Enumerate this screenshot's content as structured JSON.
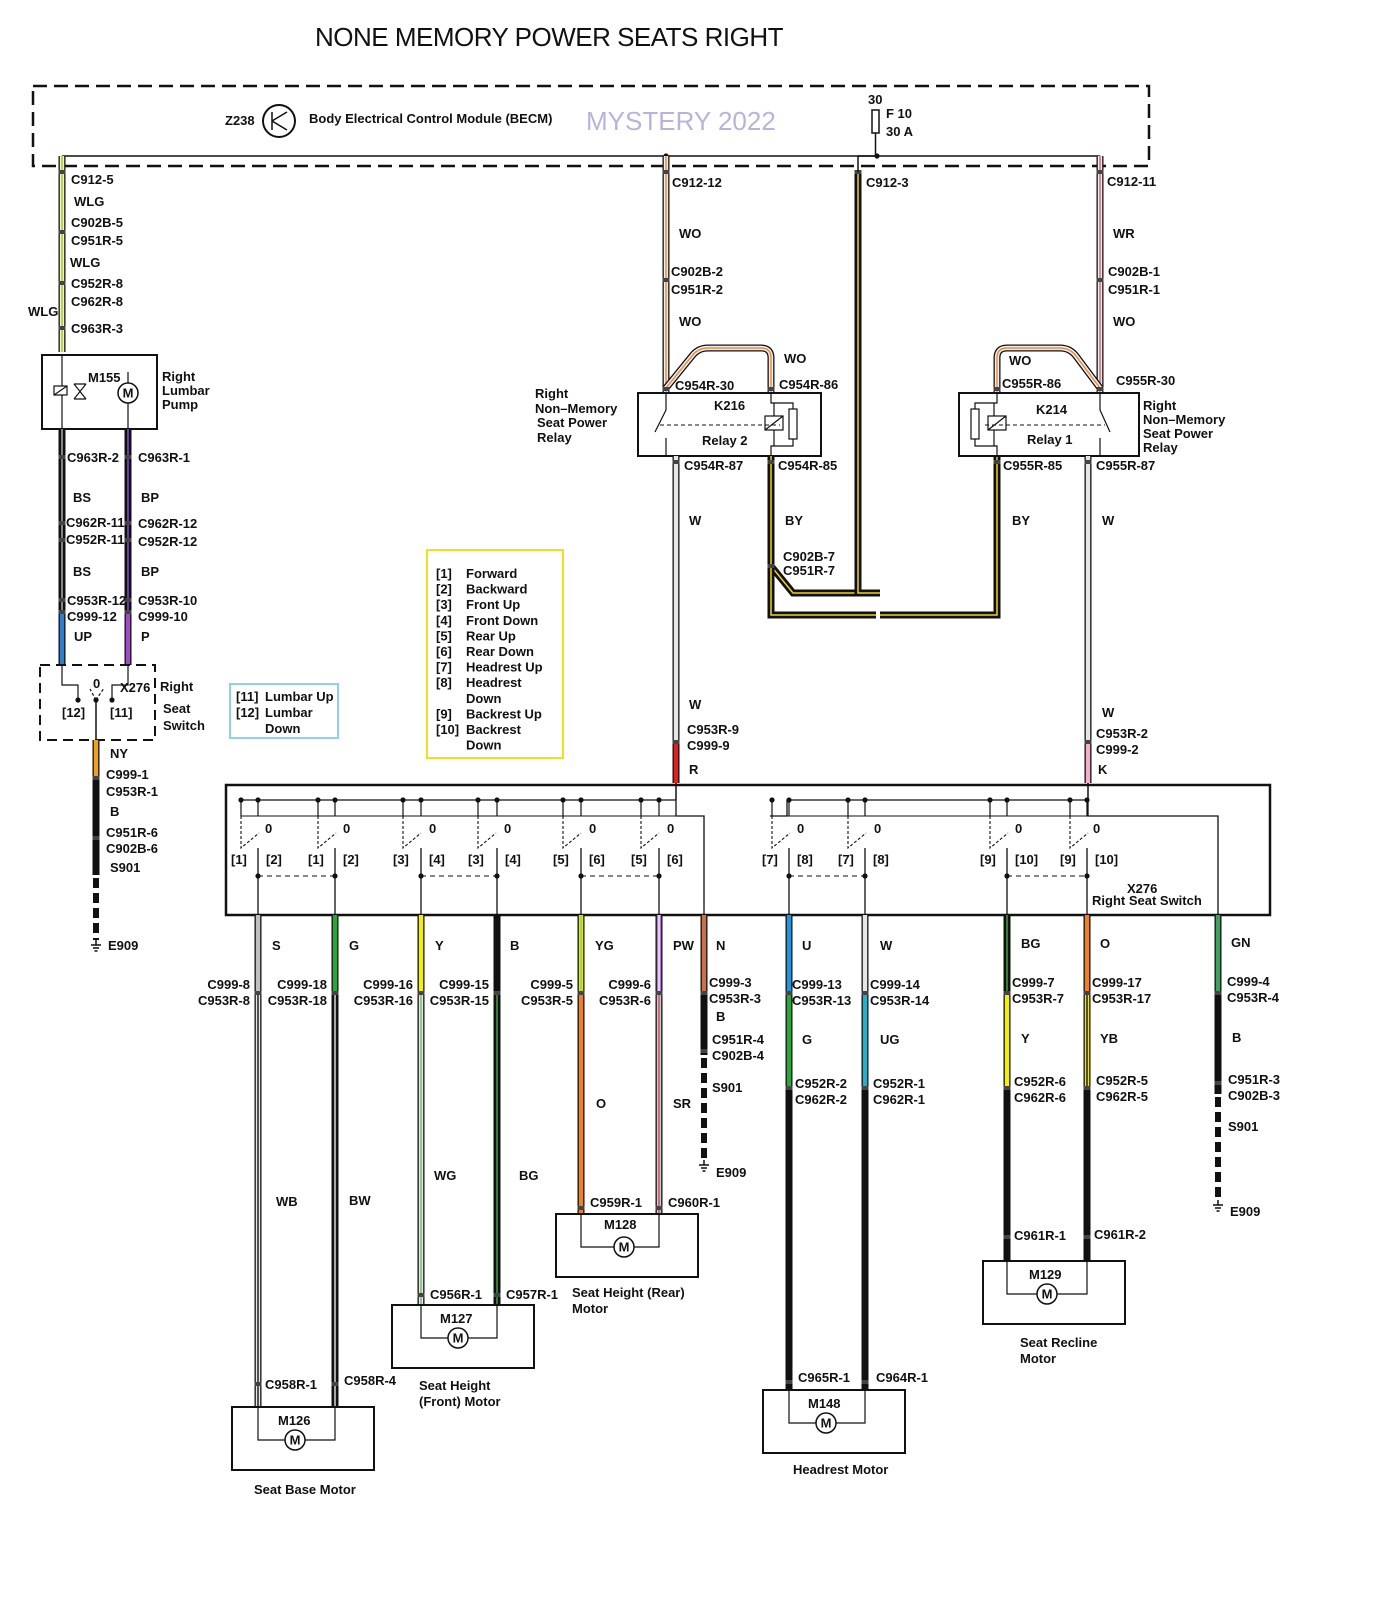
{
  "title": "NONE MEMORY POWER SEATS RIGHT",
  "watermark": "MYSTERY 2022",
  "becm": {
    "id": "Z238",
    "name": "Body Electrical Control Module (BECM)"
  },
  "fuse": {
    "terminal": "30",
    "name": "F 10",
    "rating": "30 A"
  },
  "colors": {
    "wire_border": "#111111",
    "legend_box": "#f0e020",
    "lumbar_box": "#8fd3e8",
    "watermark": "#b9b3dc"
  },
  "connectors": {
    "becm_lumbar": "C912-5",
    "becm_relay2": "C912-12",
    "becm_fused": "C912-3",
    "becm_relay1": "C912-11",
    "lumbar_1a": "C902B-5",
    "lumbar_1b": "C951R-5",
    "lumbar_2a": "C952R-8",
    "lumbar_2b": "C962R-8",
    "lumbar_3": "C963R-3",
    "wo_1a": "C902B-2",
    "wo_1b": "C951R-2",
    "wr_1a": "C902B-1",
    "wr_1b": "C951R-1",
    "k216_30": "C954R-30",
    "k216_86": "C954R-86",
    "k216_87": "C954R-87",
    "k216_85": "C954R-85",
    "k214_86": "C955R-86",
    "k214_30": "C955R-30",
    "k214_85": "C955R-85",
    "k214_87": "C955R-87",
    "by_1a": "C902B-7",
    "by_1b": "C951R-7",
    "pump_2": "C963R-2",
    "pump_1": "C963R-1",
    "bs_1a": "C962R-11",
    "bs_1b": "C952R-11",
    "bp_1a": "C962R-12",
    "bp_1b": "C952R-12",
    "bs_2a": "C953R-12",
    "bs_2b": "C999-12",
    "bp_2a": "C953R-10",
    "bp_2b": "C999-10",
    "ny_1a": "C999-1",
    "ny_1b": "C953R-1",
    "gnd_1a": "C951R-6",
    "gnd_1b": "C902B-6",
    "w_left_a": "C953R-9",
    "w_left_b": "C999-9",
    "w_right_a": "C953R-2",
    "w_right_b": "C999-2",
    "s_a": "C999-8",
    "s_b": "C953R-8",
    "g_a": "C999-18",
    "g_b": "C953R-18",
    "y_a": "C999-16",
    "y_b": "C953R-16",
    "b_a": "C999-15",
    "b_b": "C953R-15",
    "yg_a": "C999-5",
    "yg_b": "C953R-5",
    "pw_a": "C999-6",
    "pw_b": "C953R-6",
    "n_a": "C999-3",
    "n_b": "C953R-3",
    "n_c": "C951R-4",
    "n_d": "C902B-4",
    "u_a": "C999-13",
    "u_b": "C953R-13",
    "w2_a": "C999-14",
    "w2_b": "C953R-14",
    "u_c": "C952R-2",
    "u_d": "C962R-2",
    "w2_c": "C952R-1",
    "w2_d": "C962R-1",
    "bg_a": "C999-7",
    "bg_b": "C953R-7",
    "o_a": "C999-17",
    "o_b": "C953R-17",
    "y2_c": "C952R-6",
    "y2_d": "C962R-6",
    "yb_c": "C952R-5",
    "yb_d": "C962R-5",
    "gn_a": "C999-4",
    "gn_b": "C953R-4",
    "gn_c": "C951R-3",
    "gn_d": "C902B-3",
    "m126_1": "C958R-1",
    "m126_4": "C958R-4",
    "m127_1": "C956R-1",
    "m127_2": "C957R-1",
    "m128_1": "C959R-1",
    "m128_2": "C960R-1",
    "m148_1": "C965R-1",
    "m148_2": "C964R-1",
    "m129_1": "C961R-1",
    "m129_2": "C961R-2"
  },
  "wires": {
    "wlg": "WLG",
    "wo": "WO",
    "wr": "WR",
    "w": "W",
    "by": "BY",
    "bs": "BS",
    "bp": "BP",
    "up": "UP",
    "p": "P",
    "ny": "NY",
    "b": "B",
    "r": "R",
    "k": "K",
    "s": "S",
    "g": "G",
    "y": "Y",
    "yg": "YG",
    "pw": "PW",
    "n": "N",
    "u": "U",
    "bg": "BG",
    "o": "O",
    "gn": "GN",
    "wb": "WB",
    "bw": "BW",
    "wg": "WG",
    "sr": "SR",
    "ug": "UG",
    "yb": "YB"
  },
  "components": {
    "m155": "M155",
    "lumbar_pump": [
      "Right",
      "Lumbar",
      "Pump"
    ],
    "k216": "K216",
    "relay2": "Relay 2",
    "k214": "K214",
    "relay1": "Relay 1",
    "relay_left_label": [
      "Right",
      "Non–Memory",
      "Seat  Power",
      "Relay"
    ],
    "relay_right_label": [
      "Right",
      "Non–Memory",
      "Seat Power",
      "Relay"
    ],
    "x276": "X276",
    "right_seat_switch_small": [
      "Right",
      "Seat",
      "Switch"
    ],
    "x276_label": "X276",
    "right_seat_switch": "Right Seat Switch",
    "splice": "S901",
    "ground": "E909",
    "m126": "M126",
    "m127": "M127",
    "m128": "M128",
    "m148": "M148",
    "m129": "M129",
    "seat_base_motor": "Seat Base Motor",
    "seat_height_front": [
      "Seat Height",
      "(Front) Motor"
    ],
    "seat_height_rear": [
      "Seat Height (Rear)",
      "Motor"
    ],
    "headrest_motor": "Headrest Motor",
    "seat_recline": [
      "Seat Recline",
      "Motor"
    ],
    "motor_symbol": "M",
    "zero": "0"
  },
  "switch_positions": {
    "p1": "[1]",
    "p2": "[2]",
    "p3": "[3]",
    "p4": "[4]",
    "p5": "[5]",
    "p6": "[6]",
    "p7": "[7]",
    "p8": "[8]",
    "p9": "[9]",
    "p10": "[10]",
    "p11": "[11]",
    "p12": "[12]"
  },
  "legend": [
    {
      "num": "[1]",
      "lines": [
        "Forward"
      ]
    },
    {
      "num": "[2]",
      "lines": [
        "Backward"
      ]
    },
    {
      "num": "[3]",
      "lines": [
        "Front Up"
      ]
    },
    {
      "num": "[4]",
      "lines": [
        "Front Down"
      ]
    },
    {
      "num": "[5]",
      "lines": [
        "Rear Up"
      ]
    },
    {
      "num": "[6]",
      "lines": [
        "Rear Down"
      ]
    },
    {
      "num": "[7]",
      "lines": [
        "Headrest Up"
      ]
    },
    {
      "num": "[8]",
      "lines": [
        "Headrest",
        "Down"
      ]
    },
    {
      "num": "[9]",
      "lines": [
        "Backrest Up"
      ]
    },
    {
      "num": "[10]",
      "lines": [
        "Backrest",
        "Down"
      ]
    }
  ],
  "lumbar_legend": [
    {
      "num": "[11]",
      "lines": [
        "Lumbar Up"
      ]
    },
    {
      "num": "[12]",
      "lines": [
        "Lumbar",
        "Down"
      ]
    }
  ]
}
